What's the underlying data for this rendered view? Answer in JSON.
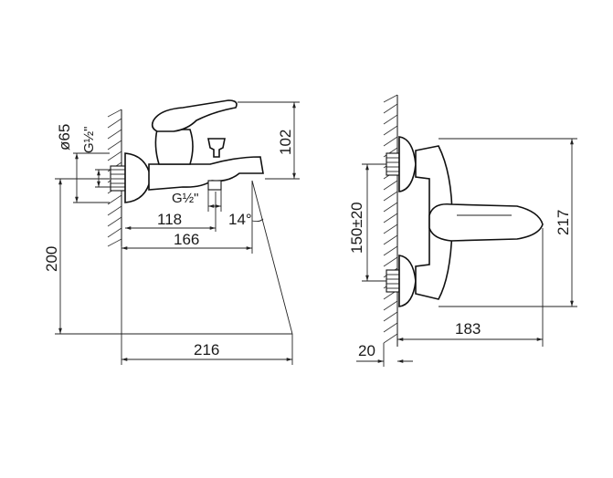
{
  "drawing": {
    "side_view": {
      "dims": {
        "d65": "ø65",
        "g_half_vertical": "G½\"",
        "d102": "102",
        "g_half_horizontal": "G½\"",
        "d118": "118",
        "angle14": "14°",
        "d166": "166",
        "d200": "200",
        "d216": "216"
      }
    },
    "front_view": {
      "dims": {
        "d150": "150±20",
        "d217": "217",
        "d183": "183",
        "d20": "20"
      }
    }
  }
}
